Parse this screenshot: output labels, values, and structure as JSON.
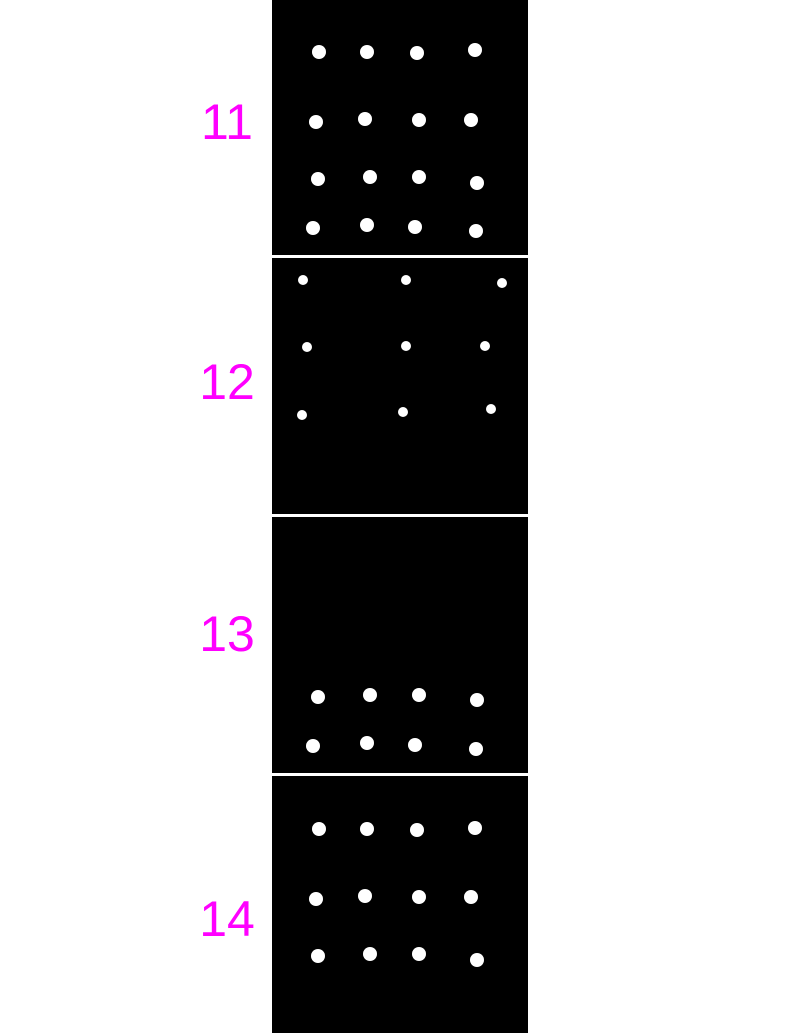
{
  "colors": {
    "background": "#ffffff",
    "panel": "#000000",
    "label": "#ff00ff",
    "dot": "#ffffff"
  },
  "panels": [
    {
      "label": "11",
      "dot_count": 16
    },
    {
      "label": "12",
      "dot_count": 9
    },
    {
      "label": "13",
      "dot_count": 8
    },
    {
      "label": "14",
      "dot_count": 12
    }
  ]
}
